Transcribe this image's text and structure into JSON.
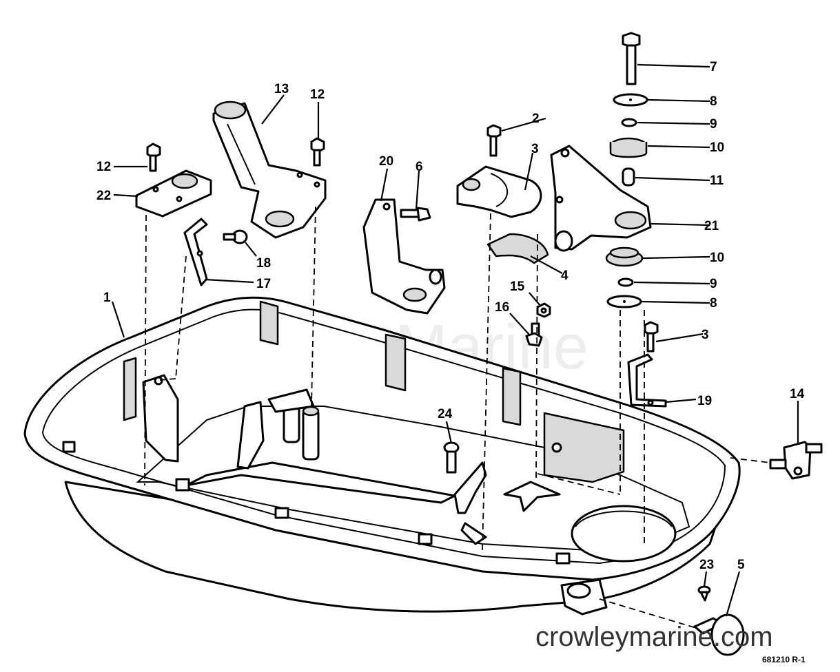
{
  "watermark": "Crowley Marine",
  "footer": {
    "site": "crowleymarine.com",
    "ref": "681210 R-1"
  },
  "callouts": [
    {
      "id": "c1",
      "text": "1"
    },
    {
      "id": "c2",
      "text": "2"
    },
    {
      "id": "c3a",
      "text": "3"
    },
    {
      "id": "c3b",
      "text": "3"
    },
    {
      "id": "c4",
      "text": "4"
    },
    {
      "id": "c5",
      "text": "5"
    },
    {
      "id": "c6",
      "text": "6"
    },
    {
      "id": "c7",
      "text": "7"
    },
    {
      "id": "c8a",
      "text": "8"
    },
    {
      "id": "c8b",
      "text": "8"
    },
    {
      "id": "c9a",
      "text": "9"
    },
    {
      "id": "c9b",
      "text": "9"
    },
    {
      "id": "c10a",
      "text": "10"
    },
    {
      "id": "c10b",
      "text": "10"
    },
    {
      "id": "c11",
      "text": "11"
    },
    {
      "id": "c12a",
      "text": "12"
    },
    {
      "id": "c12b",
      "text": "12"
    },
    {
      "id": "c13",
      "text": "13"
    },
    {
      "id": "c14",
      "text": "14"
    },
    {
      "id": "c15",
      "text": "15"
    },
    {
      "id": "c16",
      "text": "16"
    },
    {
      "id": "c17",
      "text": "17"
    },
    {
      "id": "c18",
      "text": "18"
    },
    {
      "id": "c19",
      "text": "19"
    },
    {
      "id": "c20",
      "text": "20"
    },
    {
      "id": "c21",
      "text": "21"
    },
    {
      "id": "c22",
      "text": "22"
    },
    {
      "id": "c23",
      "text": "23"
    },
    {
      "id": "c24",
      "text": "24"
    }
  ]
}
